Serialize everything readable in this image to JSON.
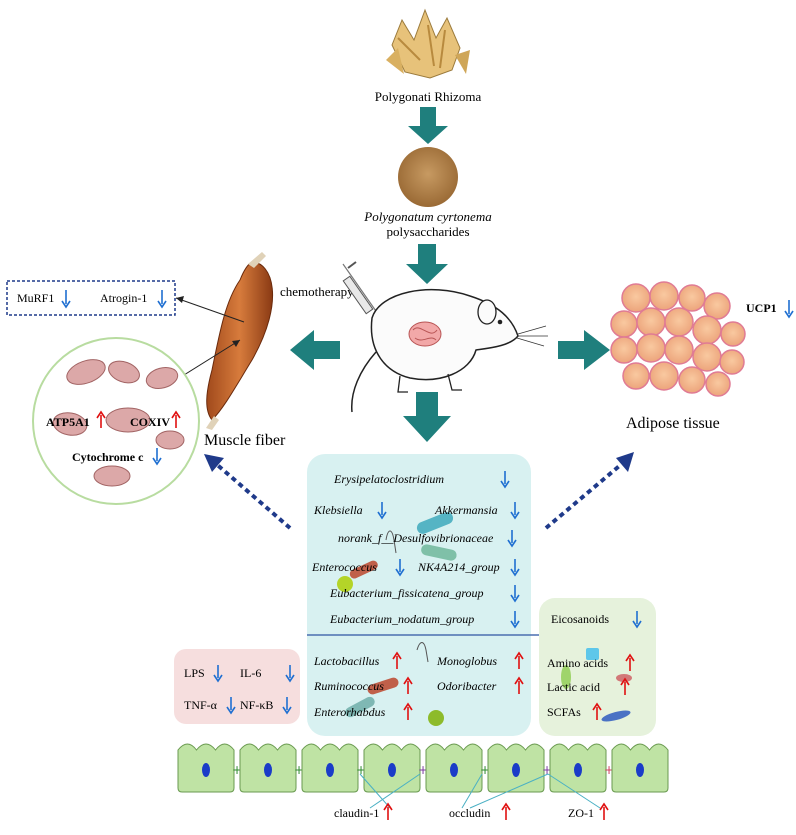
{
  "source": {
    "label": "Polygonati Rhizoma"
  },
  "powder": {
    "label_italic": "Polygonatum cyrtonema",
    "label_plain": "polysaccharides"
  },
  "treatment": {
    "label": "chemotherapy"
  },
  "muscle": {
    "title": "Muscle fiber",
    "markers_box": [
      {
        "name": "MuRF1",
        "trend": "down"
      },
      {
        "name": "Atrogin-1",
        "trend": "down"
      }
    ],
    "mitochondria": [
      {
        "name": "ATP5A1",
        "trend": "up"
      },
      {
        "name": "COXIV",
        "trend": "up"
      },
      {
        "name": "Cytochrome c",
        "trend": "down"
      }
    ]
  },
  "adipose": {
    "title": "Adipose tissue",
    "marker": {
      "name": "UCP1",
      "trend": "down"
    }
  },
  "microbiota": {
    "decreased": [
      {
        "name": "Erysipelatoclostridium",
        "trend": "down"
      },
      {
        "name": "Klebsiella",
        "trend": "down"
      },
      {
        "name": "Akkermansia",
        "trend": "down"
      },
      {
        "name": "norank_f__Desulfovibrionaceae",
        "trend": "down"
      },
      {
        "name": "Enterococcus",
        "trend": "down"
      },
      {
        "name": "NK4A214_group",
        "trend": "down"
      },
      {
        "name": "Eubacterium_fissicatena_group",
        "trend": "down"
      },
      {
        "name": "Eubacterium_nodatum_group",
        "trend": "down"
      }
    ],
    "increased": [
      {
        "name": "Lactobacillus",
        "trend": "up"
      },
      {
        "name": "Monoglobus",
        "trend": "up"
      },
      {
        "name": "Ruminococcus",
        "trend": "up"
      },
      {
        "name": "Odoribacter",
        "trend": "up"
      },
      {
        "name": "Enterorhabdus",
        "trend": "up"
      }
    ]
  },
  "metabolites": [
    {
      "name": "Eicosanoids",
      "trend": "down"
    },
    {
      "name": "Amino acids",
      "trend": "up"
    },
    {
      "name": "Lactic acid",
      "trend": "up"
    },
    {
      "name": "SCFAs",
      "trend": "up"
    }
  ],
  "inflammation": [
    {
      "name": "LPS",
      "trend": "down"
    },
    {
      "name": "IL-6",
      "trend": "down"
    },
    {
      "name": "TNF-α",
      "trend": "down"
    },
    {
      "name": "NF-κB",
      "trend": "down"
    }
  ],
  "tight_junctions": [
    {
      "name": "claudin-1",
      "trend": "up"
    },
    {
      "name": "occludin",
      "trend": "up"
    },
    {
      "name": "ZO-1",
      "trend": "up"
    }
  ],
  "colors": {
    "arrow_teal": "#1f7f7d",
    "arrow_dotted": "#1f3a8a",
    "down_arrow": "#1f6fd1",
    "up_arrow": "#e01010",
    "microbiota_bg": "#d8f1f1",
    "metabolite_bg": "#e6f2dc",
    "inflammation_bg": "#f6dede",
    "cell_fill": "#bfe3a4",
    "nucleus": "#1a3cc8"
  }
}
